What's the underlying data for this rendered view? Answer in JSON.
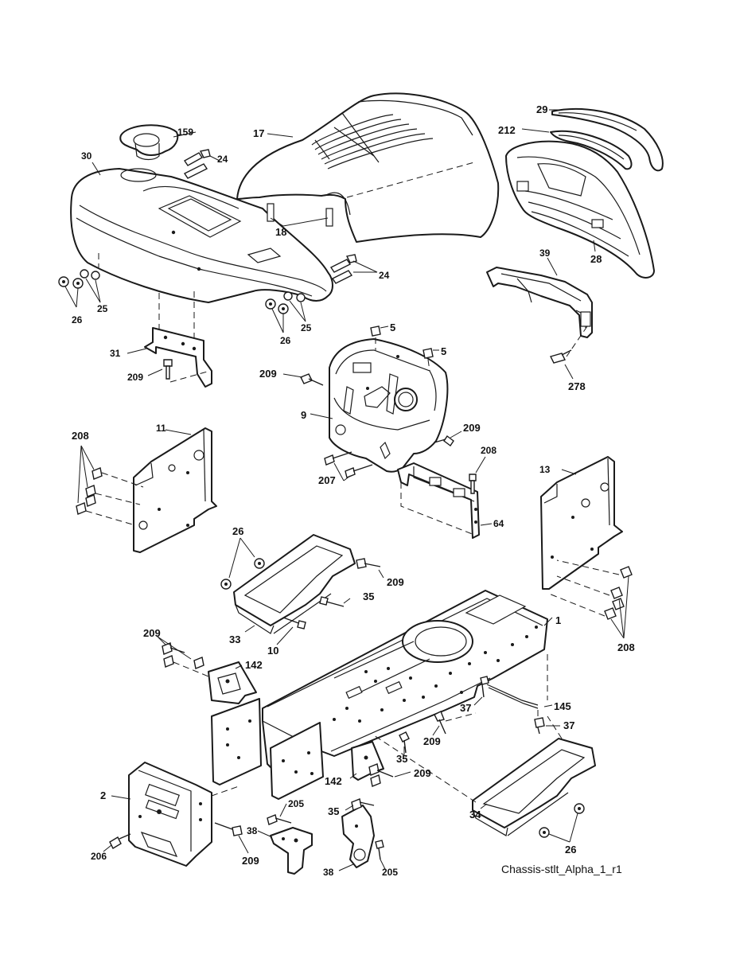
{
  "diagram": {
    "caption": "Chassis-stlt_Alpha_1_r1",
    "callouts": {
      "c159": "159",
      "c17": "17",
      "c29": "29",
      "c212": "212",
      "c30": "30",
      "c24a": "24",
      "c18": "18",
      "c28": "28",
      "c24b": "24",
      "c25a": "25",
      "c26a": "26",
      "c25b": "25",
      "c26b": "26",
      "c39": "39",
      "c5a": "5",
      "c5b": "5",
      "c31": "31",
      "c209a": "209",
      "c278": "278",
      "c209b": "209",
      "c9": "9",
      "c208a": "208",
      "c11": "11",
      "c209c": "209",
      "c208b": "208",
      "c207": "207",
      "c13": "13",
      "c64": "64",
      "c26c": "26",
      "c209d": "209",
      "c35a": "35",
      "c33": "33",
      "c10": "10",
      "c1": "1",
      "c208c": "208",
      "c209e": "209",
      "c142a": "142",
      "c37a": "37",
      "c145": "145",
      "c37b": "37",
      "c209f": "209",
      "c35b": "35",
      "c209g": "209",
      "c142b": "142",
      "c2": "2",
      "c205a": "205",
      "c35c": "35",
      "c34": "34",
      "c38a": "38",
      "c206": "206",
      "c209h": "209",
      "c26d": "26",
      "c38b": "38",
      "c205b": "205"
    }
  }
}
